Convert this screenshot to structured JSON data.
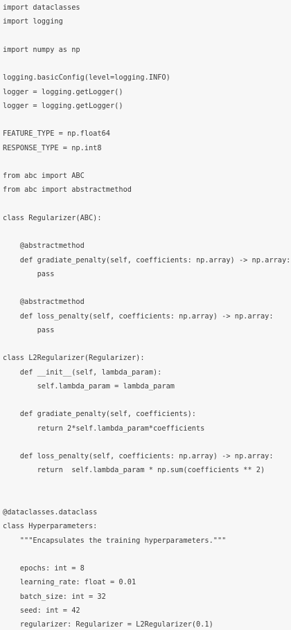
{
  "editor": {
    "lines": [
      "import dataclasses",
      "import logging",
      "",
      "import numpy as np",
      "",
      "logging.basicConfig(level=logging.INFO)",
      "logger = logging.getLogger()",
      "logger = logging.getLogger()",
      "",
      "FEATURE_TYPE = np.float64",
      "RESPONSE_TYPE = np.int8",
      "",
      "from abc import ABC",
      "from abc import abstractmethod",
      "",
      "class Regularizer(ABC):",
      "",
      "    @abstractmethod",
      "    def gradiate_penalty(self, coefficients: np.array) -> np.array:",
      "        pass",
      "",
      "    @abstractmethod",
      "    def loss_penalty(self, coefficients: np.array) -> np.array:",
      "        pass",
      "",
      "class L2Regularizer(Regularizer):",
      "    def __init__(self, lambda_param):",
      "        self.lambda_param = lambda_param",
      "",
      "    def gradiate_penalty(self, coefficients):",
      "        return 2*self.lambda_param*coefficients",
      "",
      "    def loss_penalty(self, coefficients: np.array) -> np.array:",
      "        return  self.lambda_param * np.sum(coefficients ** 2)",
      "",
      "",
      "@dataclasses.dataclass",
      "class Hyperparameters:",
      "    \"\"\"Encapsulates the training hyperparameters.\"\"\"",
      "",
      "    epochs: int = 8",
      "    learning_rate: float = 0.01",
      "    batch_size: int = 32",
      "    seed: int = 42",
      "    regularizer: Regularizer = L2Regularizer(0.1)"
    ]
  }
}
